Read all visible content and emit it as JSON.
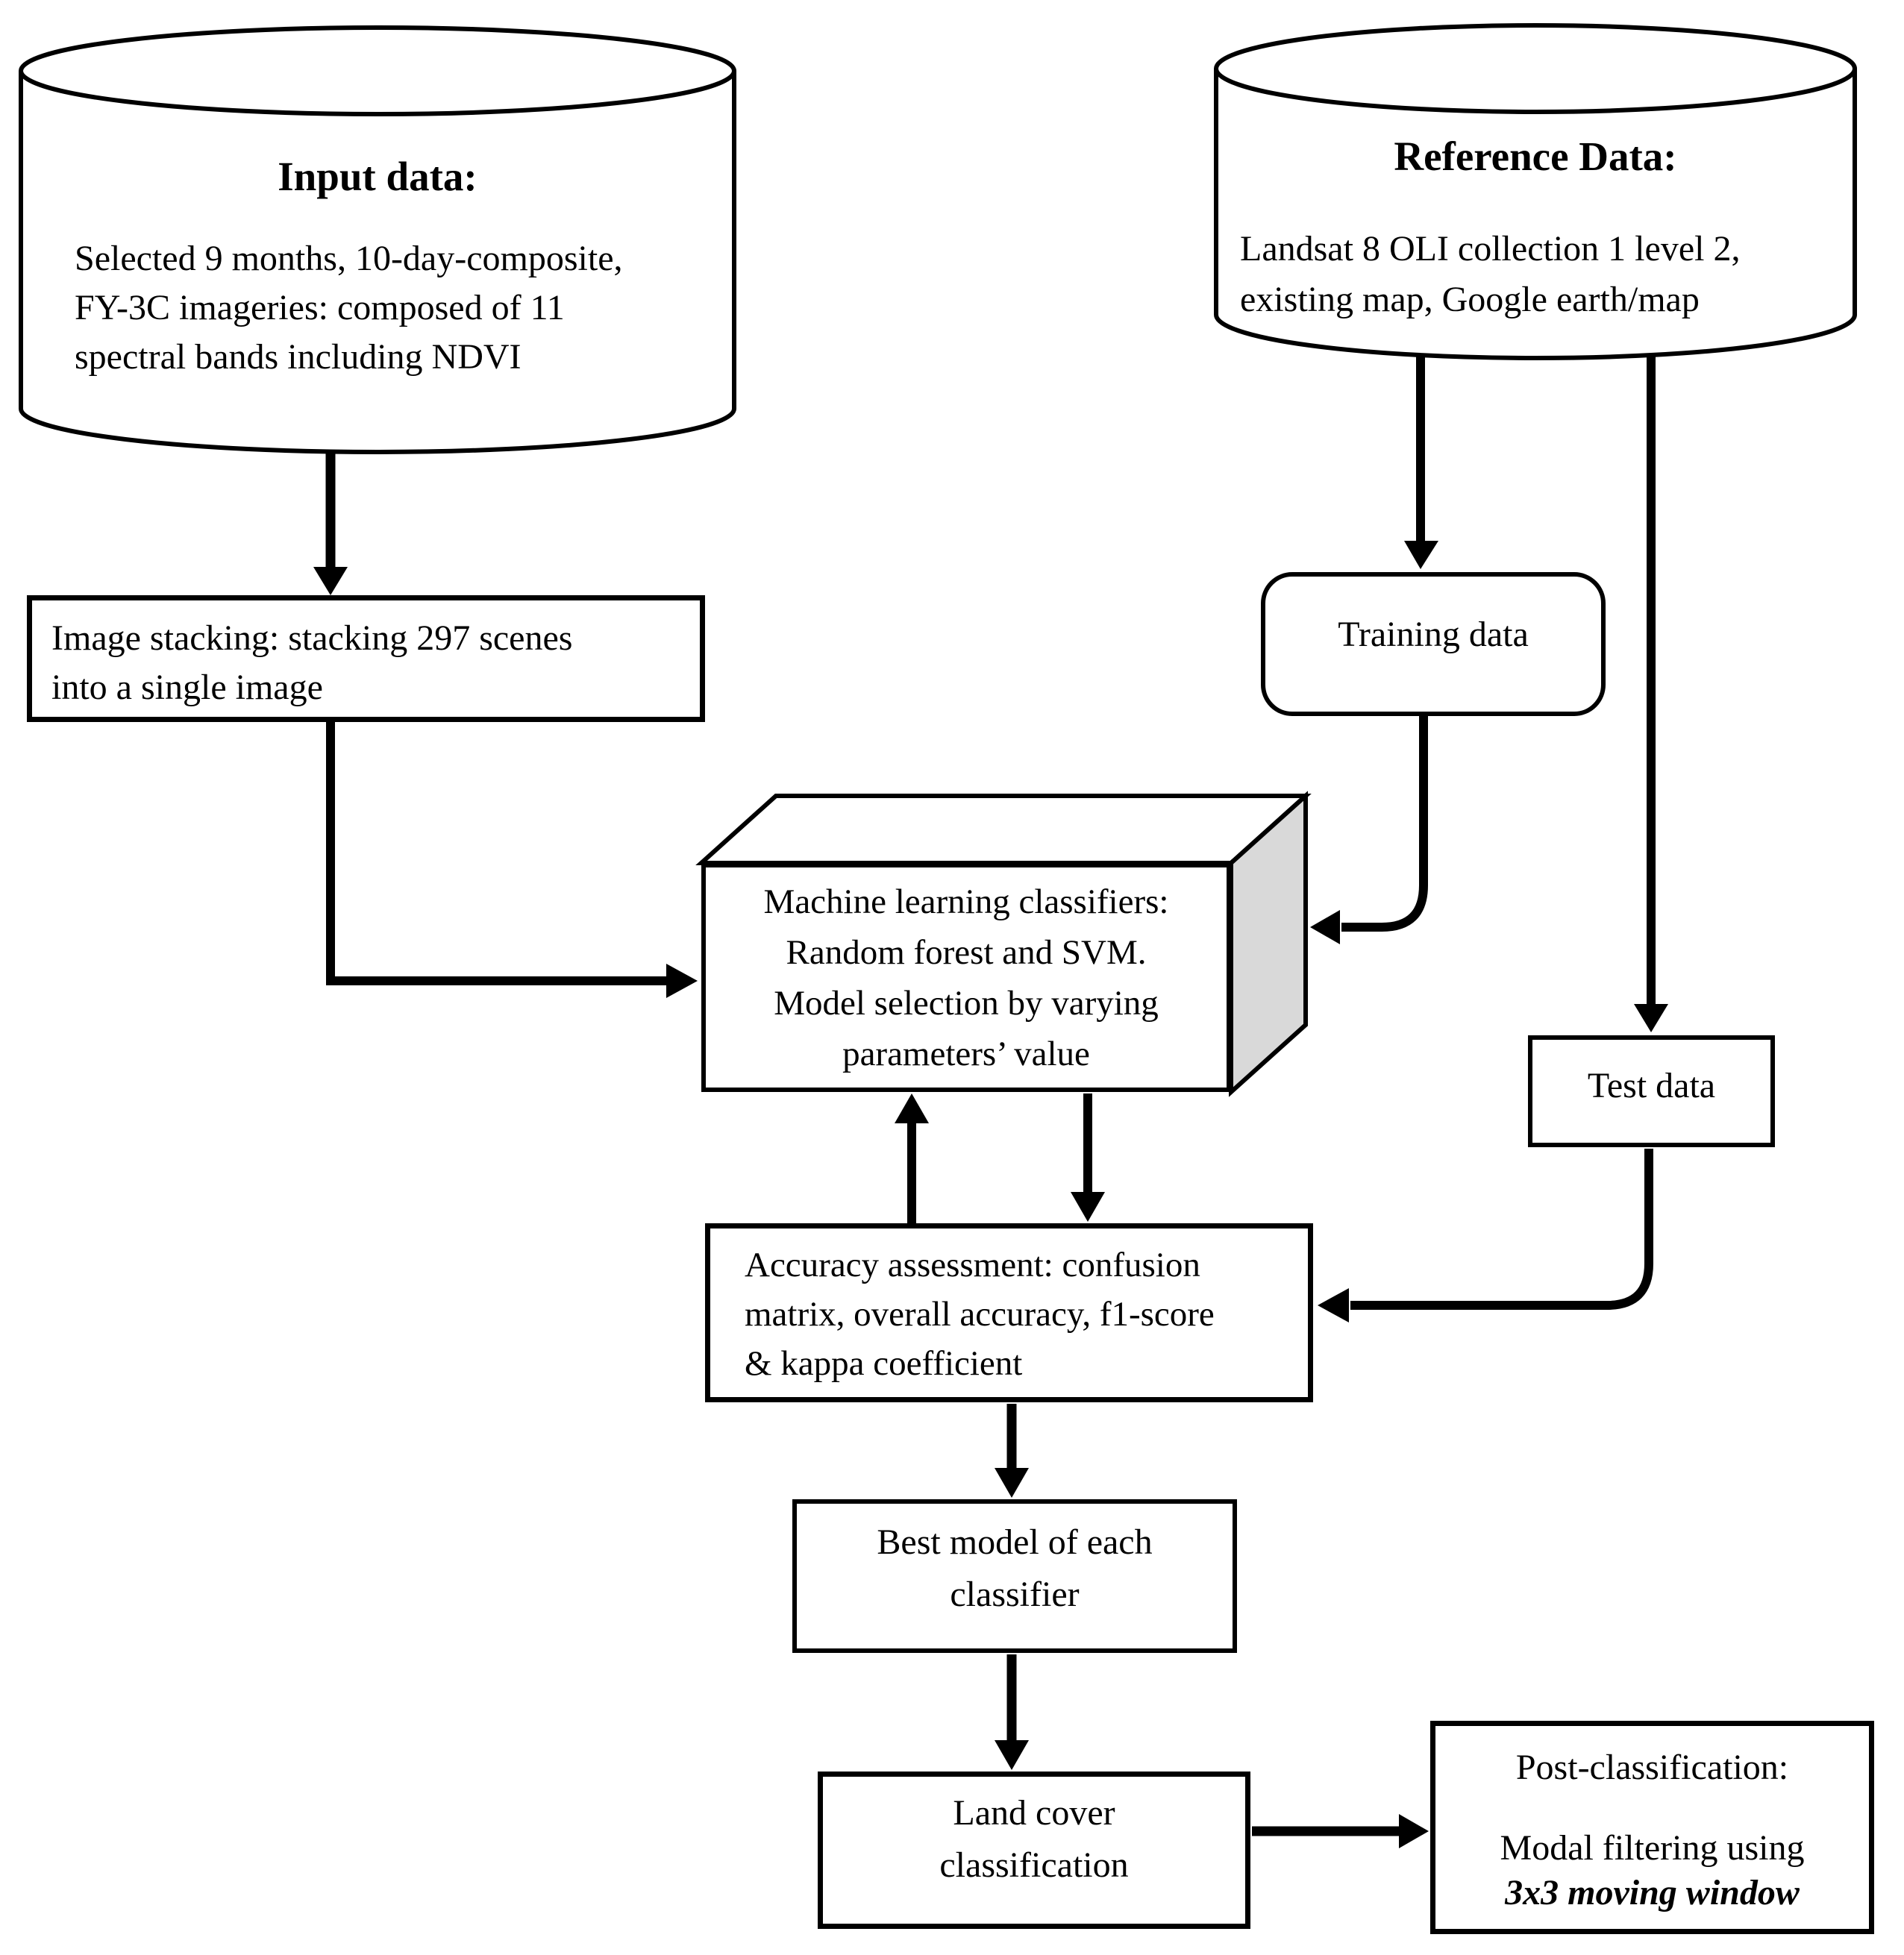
{
  "colors": {
    "ink": "#000000",
    "paper": "#ffffff",
    "box_side_face": "#d9d9d9"
  },
  "nodes": {
    "input_cylinder": {
      "title": "Input data:",
      "lines": [
        "Selected 9 months, 10-day-composite,",
        "FY-3C imageries: composed of 11",
        "spectral bands including NDVI"
      ]
    },
    "reference_cylinder": {
      "title": "Reference Data:",
      "lines": [
        "Landsat 8 OLI collection 1 level 2,",
        "existing map, Google earth/map"
      ]
    },
    "image_stacking": {
      "lines": [
        "Image stacking: stacking 297 scenes",
        "into a single image"
      ]
    },
    "training_data": {
      "label": "Training data"
    },
    "test_data": {
      "label": "Test data"
    },
    "ml_classifiers": {
      "lines": [
        "Machine learning classifiers:",
        "Random forest and SVM.",
        "Model selection by varying",
        "parameters’ value"
      ]
    },
    "accuracy_assessment": {
      "lines": [
        "Accuracy assessment: confusion",
        "matrix, overall accuracy, f1-score",
        "& kappa coefficient"
      ]
    },
    "best_model": {
      "lines": [
        "Best model of each",
        "classifier"
      ]
    },
    "land_cover": {
      "lines": [
        "Land cover",
        "classification"
      ]
    },
    "post_classification": {
      "title": "Post-classification:",
      "lines": [
        "Modal filtering using",
        "3x3 moving window"
      ]
    }
  }
}
